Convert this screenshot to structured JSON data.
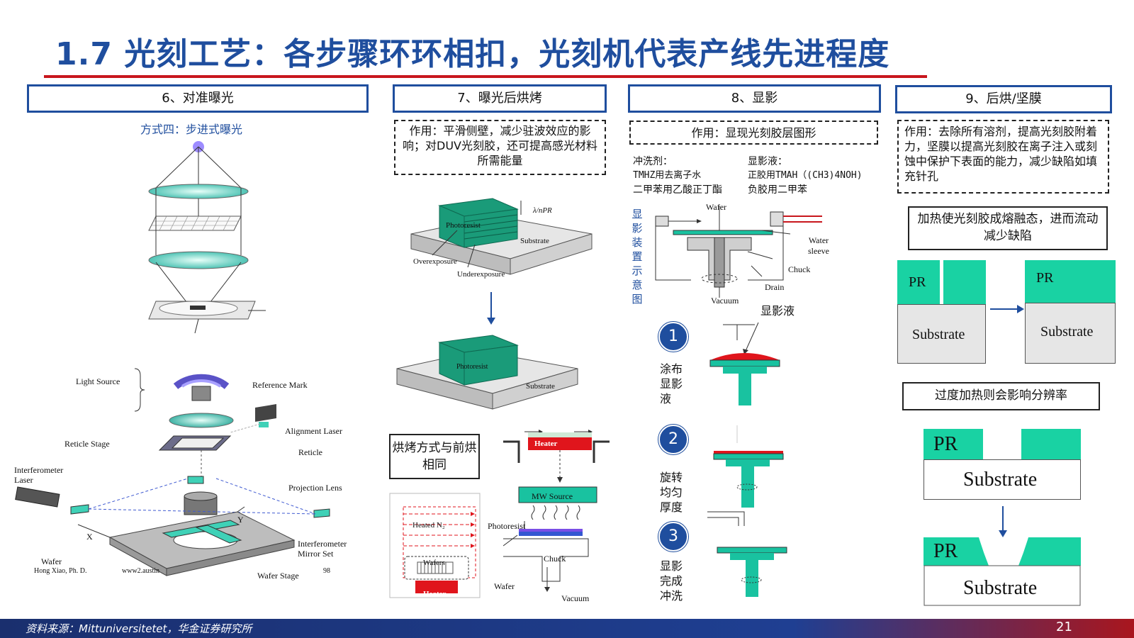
{
  "title": "1.7 光刻工艺：各步骤环环相扣，光刻机代表产线先进程度",
  "footer": {
    "source": "资料来源：Mittuniversitetet，华金证券研究所",
    "page": "21"
  },
  "col6": {
    "header": "6、对准曝光",
    "subtitle": "方式四：步进式曝光",
    "labels": {
      "light_source": "Light Source",
      "reference_mark": "Reference Mark",
      "alignment_laser": "Alignment Laser",
      "reticle_stage": "Reticle Stage",
      "reticle": "Reticle",
      "interferometer_laser_1": "Interferometer",
      "interferometer_laser_2": "Laser",
      "projection_lens": "Projection Lens",
      "interferometer_mirror_1": "Interferometer",
      "interferometer_mirror_2": "Mirror Set",
      "wafer": "Wafer",
      "wafer_stage": "Wafer Stage",
      "credit": "Hong Xiao, Ph. D.",
      "site": "www2.austin",
      "num": "98",
      "axis_x": "X",
      "axis_y": "Y"
    }
  },
  "col7": {
    "header": "7、曝光后烘烤",
    "desc": "作用：平滑侧壁，减少驻波效应的影响；对DUV光刻胶，还可提高感光材料所需能量",
    "labels": {
      "photoresist": "Photoresist",
      "substrate": "Substrate",
      "overexposure": "Overexposure",
      "underexposure": "Underexposure",
      "lambda": "λ/nPR",
      "photoresist2": "Photoresist",
      "substrate2": "Substrate",
      "bake_method": "烘烤方式与前烘相同",
      "heater": "Heater",
      "mw_source": "MW Source",
      "photoresist3": "Photoresist",
      "chuck": "Chuck",
      "wafer": "Wafer",
      "vacuum": "Vacuum",
      "heated_n2": "Heated N₂",
      "wafers": "Wafers",
      "heater2": "Heater"
    }
  },
  "col8": {
    "header": "8、显影",
    "desc": "作用：显现光刻胶层图形",
    "rinse_title": "冲洗剂：",
    "rinse_1": "TMHZ用去离子水",
    "rinse_2": "二甲苯用乙酸正丁酯",
    "dev_title": "显影液：",
    "dev_1": "正胶用TMAH（(CH3)4NOH)",
    "dev_2": "负胶用二甲苯",
    "side_label": [
      "显",
      "影",
      "装",
      "置",
      "示",
      "意",
      "图"
    ],
    "labels": {
      "wafer": "Wafer",
      "water_sleeve_1": "Water",
      "water_sleeve_2": "sleeve",
      "chuck": "Chuck",
      "drain": "Drain",
      "vacuum": "Vacuum"
    },
    "developer_label": "显影液",
    "steps": [
      {
        "num": "1",
        "text": [
          "涂布",
          "显影",
          "液"
        ]
      },
      {
        "num": "2",
        "text": [
          "旋转",
          "均匀",
          "厚度"
        ]
      },
      {
        "num": "3",
        "text": [
          "显影",
          "完成",
          "冲洗"
        ]
      }
    ]
  },
  "col9": {
    "header": "9、后烘/坚膜",
    "desc": "作用：去除所有溶剂，提高光刻胶附着力，坚膜以提高光刻胶在离子注入或刻蚀中保护下表面的能力，减少缺陷如填充针孔",
    "heat_note": "加热使光刻胶成熔融态，进而流动减少缺陷",
    "over_note": "过度加热则会影响分辨率",
    "pr": "PR",
    "substrate": "Substrate"
  },
  "colors": {
    "blue": "#1f4e9e",
    "red": "#c8161d",
    "teal": "#19c2a0",
    "dark_teal": "#1b8f6c"
  }
}
